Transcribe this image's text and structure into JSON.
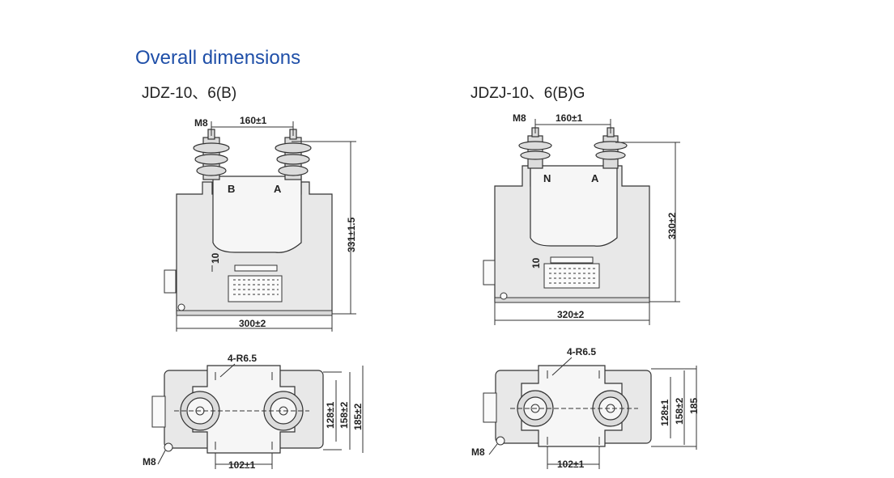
{
  "heading": "Overall dimensions",
  "left": {
    "model": "JDZ-10、6(B)",
    "front": {
      "bolt": "M8",
      "spacing": "160±1",
      "height": "331±1.5",
      "width": "300±2",
      "gap": "10",
      "terminal_1": "B",
      "terminal_2": "A"
    },
    "top": {
      "radius": "4-R6.5",
      "d1": "128±1",
      "d2": "158±2",
      "d3": "185±2",
      "bottom": "102±1",
      "bolt": "M8"
    }
  },
  "right": {
    "model": "JDZJ-10、6(B)G",
    "front": {
      "bolt": "M8",
      "spacing": "160±1",
      "height": "330±2",
      "width": "320±2",
      "gap": "10",
      "terminal_1": "N",
      "terminal_2": "A"
    },
    "top": {
      "radius": "4-R6.5",
      "d1": "128±1",
      "d2": "158±2",
      "d3": "185",
      "bottom": "102±1",
      "bolt": "M8"
    }
  },
  "colors": {
    "heading": "#1f4fa8",
    "body": "#e8e8e8",
    "line": "#333333"
  }
}
